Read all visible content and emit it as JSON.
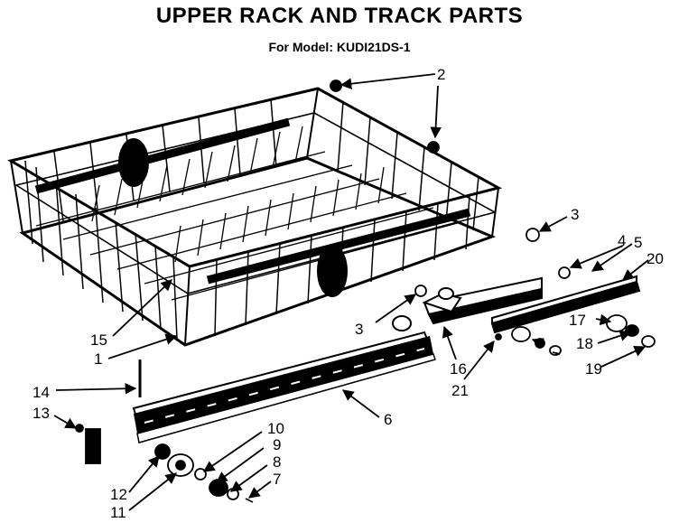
{
  "header": {
    "title": "UPPER RACK AND TRACK PARTS",
    "subtitle": "For Model: KUDI21DS-1"
  },
  "callouts": {
    "c2": "2",
    "c3a": "3",
    "c3b": "3",
    "c4": "4",
    "c5": "5",
    "c20": "20",
    "c17": "17",
    "c18": "18",
    "c19": "19",
    "c16": "16",
    "c21": "21",
    "c15": "15",
    "c1": "1",
    "c14": "14",
    "c13": "13",
    "c6": "6",
    "c10": "10",
    "c9": "9",
    "c8": "8",
    "c7": "7",
    "c12": "12",
    "c11": "11"
  }
}
